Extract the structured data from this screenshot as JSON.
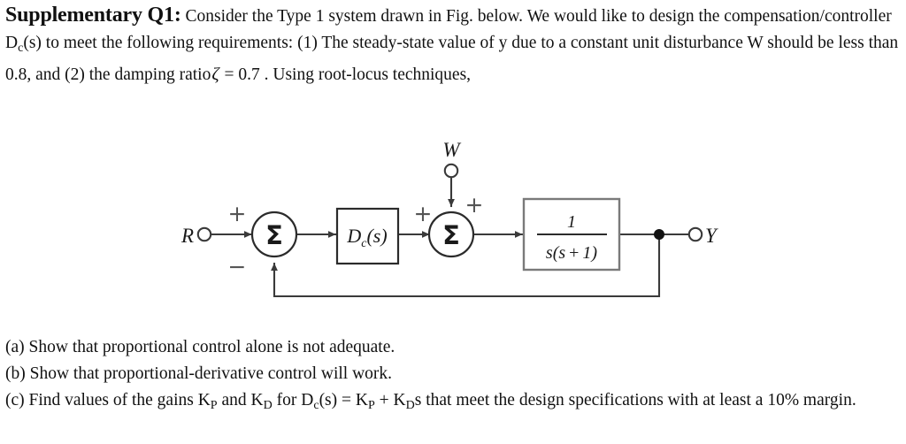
{
  "page": {
    "question_label": "Supplementary Q1",
    "colon": ":"
  },
  "intro": {
    "part1": "Consider the Type 1 system drawn in Fig. below. We would like to design the compensation/controller D",
    "sub1": "c",
    "part2": "(s) to meet the following requirements: (1) The steady-state value of y due to a constant unit disturbance W should be less than 0.8, and (2) the damping ratio",
    "zeta_symbol": "ζ",
    "zeta_value": "= 0.7",
    "part3": ". Using root-locus techniques,"
  },
  "parts": {
    "a": "(a) Show that proportional control alone is not adequate.",
    "b": "(b) Show that proportional-derivative control will work.",
    "c_pre": "(c) Find values of the gains K",
    "c_sub1": "P",
    "c_mid1": " and K",
    "c_sub2": "D",
    "c_mid2": " for D",
    "c_sub3": "c",
    "c_mid3": "(s) = K",
    "c_sub4": "P",
    "c_mid4": " + K",
    "c_sub5": "D",
    "c_end": "s that meet the design specifications with at least a 10% margin."
  },
  "diagram": {
    "input_label": "R",
    "disturbance_label": "W",
    "output_label": "Y",
    "summer_glyph": "Σ",
    "controller_block": {
      "name": "D",
      "subscript": "c",
      "arg": "(s)"
    },
    "plant_block": {
      "numerator": "1",
      "denominator_pre": "s(s",
      "denominator_plus": "+",
      "denominator_post": "1)"
    },
    "signs": {
      "summer1_plus": "+",
      "summer1_minus": "−",
      "summer2_plus_left": "+",
      "summer2_plus_top": "+"
    },
    "colors": {
      "line": "#3a3a3a",
      "plant_border": "#7a7a7a",
      "text": "#1a1a1a"
    }
  }
}
